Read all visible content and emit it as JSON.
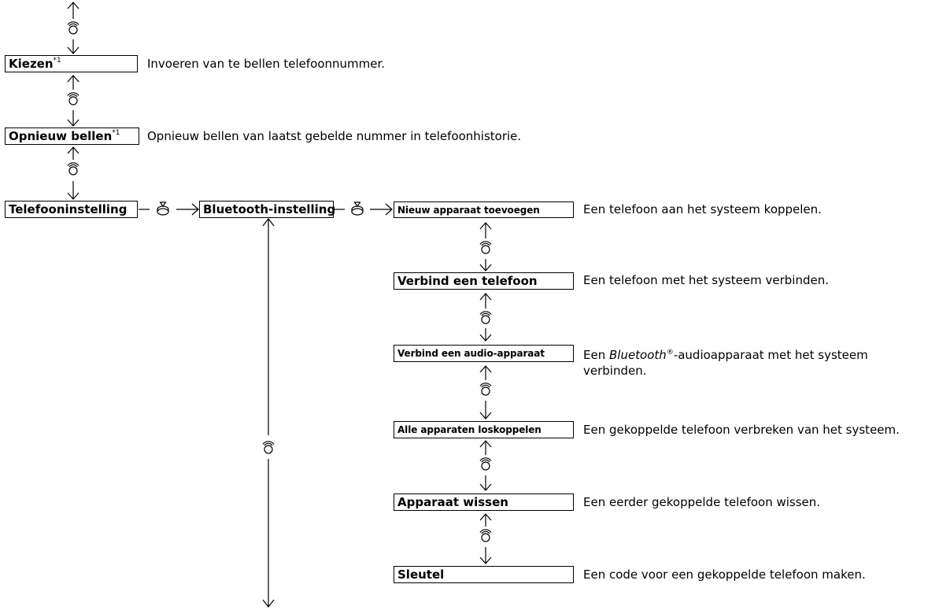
{
  "menu": {
    "dial": {
      "label": "Kiezen",
      "note_mark": "*1",
      "description": "Invoeren van te bellen telefoonnummer."
    },
    "redial": {
      "label": "Opnieuw bellen",
      "note_mark": "*1",
      "description": "Opnieuw bellen van laatst gebelde nummer in telefoonhistorie."
    },
    "phone_settings": {
      "label": "Telefooninstelling"
    },
    "bluetooth_settings": {
      "label": "Bluetooth-instelling"
    },
    "bt_items": [
      {
        "label": "Nieuw apparaat toevoegen",
        "description": "Een telefoon aan het systeem koppelen."
      },
      {
        "label": "Verbind een telefoon",
        "description": "Een telefoon met het systeem verbinden."
      },
      {
        "label": "Verbind een audio-apparaat",
        "description_italic": "Bluetooth",
        "description_reg": "®",
        "description_rest": "-audioapparaat met het systeem verbinden.",
        "description_prefix": "Een "
      },
      {
        "label": "Alle apparaten loskoppelen",
        "description": "Een gekoppelde telefoon verbreken van het systeem."
      },
      {
        "label": "Apparaat wissen",
        "description": "Een eerder gekoppelde telefoon wissen."
      },
      {
        "label": "Sleutel",
        "description": "Een code voor een gekoppelde telefoon maken."
      }
    ]
  },
  "icons": {
    "rotate": "interface-dial-rotate-icon",
    "press": "interface-dial-press-icon"
  }
}
